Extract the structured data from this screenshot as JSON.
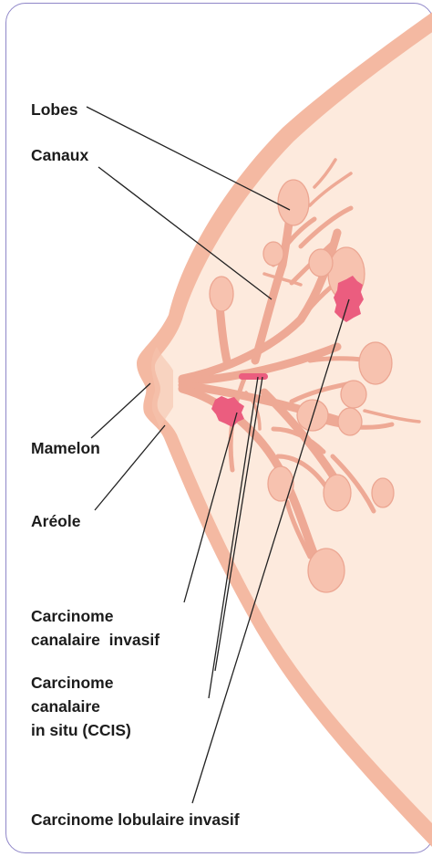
{
  "labels": {
    "lobes": "Lobes",
    "canaux": "Canaux",
    "mamelon": "Mamelon",
    "areole": "Aréole",
    "carcinome_canalaire_invasif": [
      "Carcinome",
      "canalaire  invasif"
    ],
    "ccis": [
      "Carcinome",
      "canalaire",
      "in situ (CCIS)"
    ],
    "carcinome_lobulaire_invasif": "Carcinome lobulaire invasif"
  },
  "colors": {
    "border": "#8f86c8",
    "skin_outline": "#f2b9a3",
    "tissue": "#fde9dc",
    "lobe_fill": "#f7c0ac",
    "lobe_stroke": "#eca48f",
    "tumor": "#eb5d7f",
    "leader_line": "#222222",
    "text": "#1c1c1c"
  }
}
